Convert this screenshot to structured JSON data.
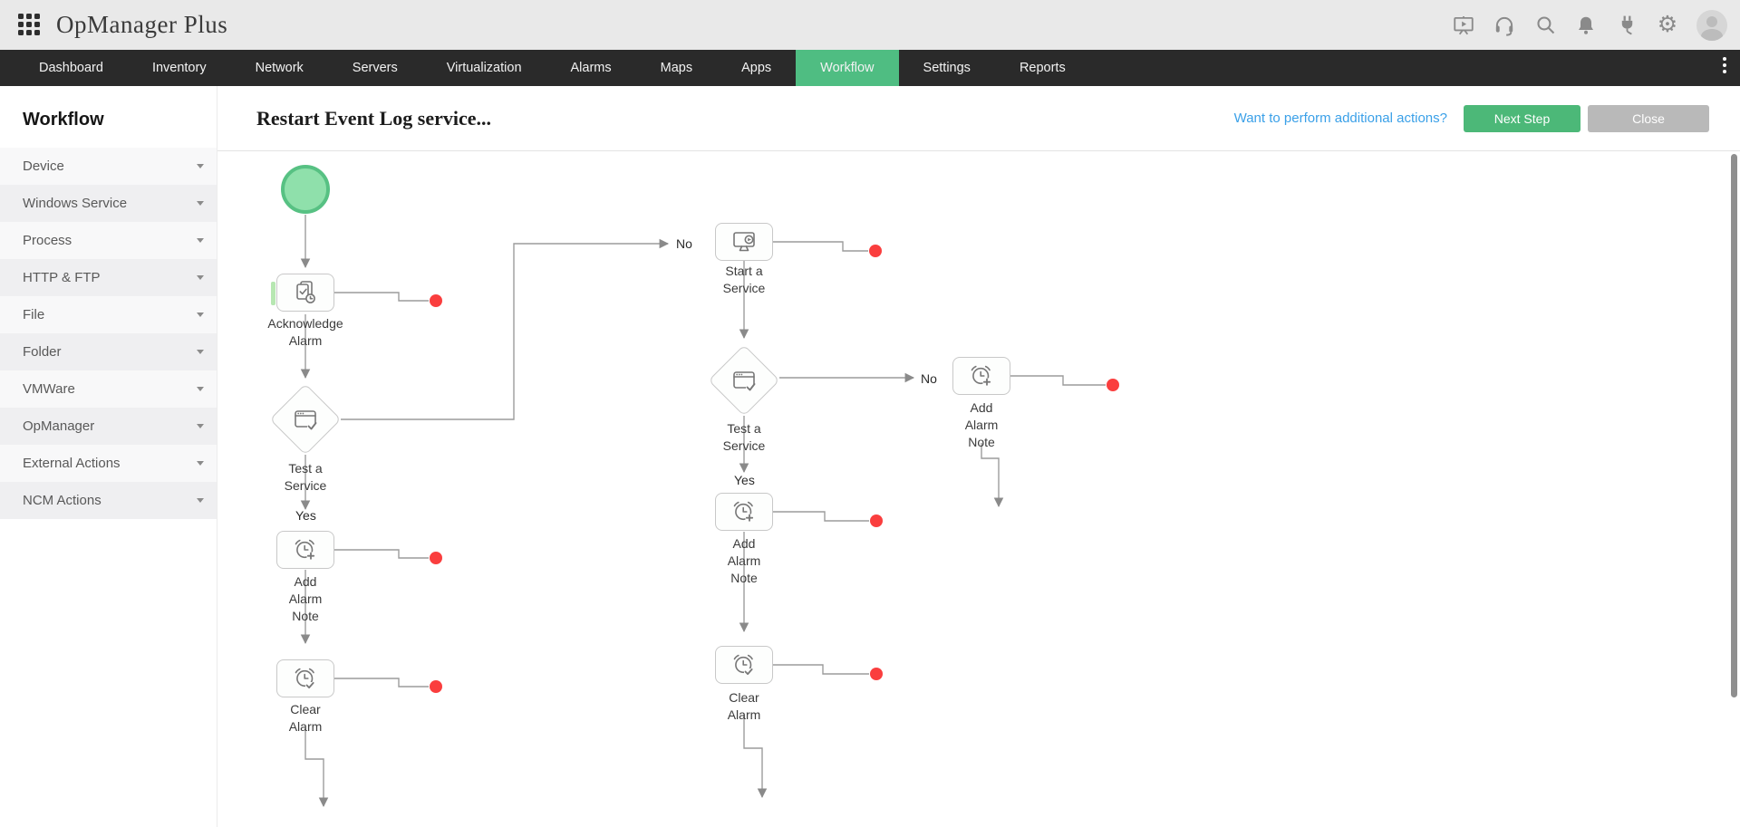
{
  "header": {
    "app_title": "OpManager Plus",
    "icon_names": [
      "apps-grid",
      "demo-presentation",
      "support-headset",
      "search",
      "notification-bell",
      "integration-plug",
      "settings-gear",
      "user-avatar"
    ]
  },
  "nav": {
    "tabs": [
      "Dashboard",
      "Inventory",
      "Network",
      "Servers",
      "Virtualization",
      "Alarms",
      "Maps",
      "Apps",
      "Workflow",
      "Settings",
      "Reports"
    ],
    "active_tab": "Workflow",
    "active_color": "#4fbd82"
  },
  "sidebar": {
    "title": "Workflow",
    "items": [
      "Device",
      "Windows Service",
      "Process",
      "HTTP & FTP",
      "File",
      "Folder",
      "VMWare",
      "OpManager",
      "External Actions",
      "NCM Actions"
    ]
  },
  "toolbar": {
    "title": "Restart Event Log service...",
    "link": "Want to perform additional actions?",
    "next_step": "Next Step",
    "close": "Close"
  },
  "canvas": {
    "node_labels": [
      "Acknowledge Alarm",
      "Test a Service",
      "Add Alarm Note",
      "Clear Alarm",
      "Start a Service",
      "Test a Service",
      "Add Alarm Note",
      "Clear Alarm",
      "Add Alarm Note"
    ],
    "branch_yes": "Yes",
    "branch_no": "No"
  },
  "colors": {
    "accent_green": "#4fbd82",
    "button_green": "#4cb878",
    "button_gray": "#b9b9b9",
    "link_blue": "#3aa0e8",
    "endpoint_red": "#fa3e3e",
    "start_node_fill": "#8fe0ab",
    "start_node_border": "#57c183"
  }
}
